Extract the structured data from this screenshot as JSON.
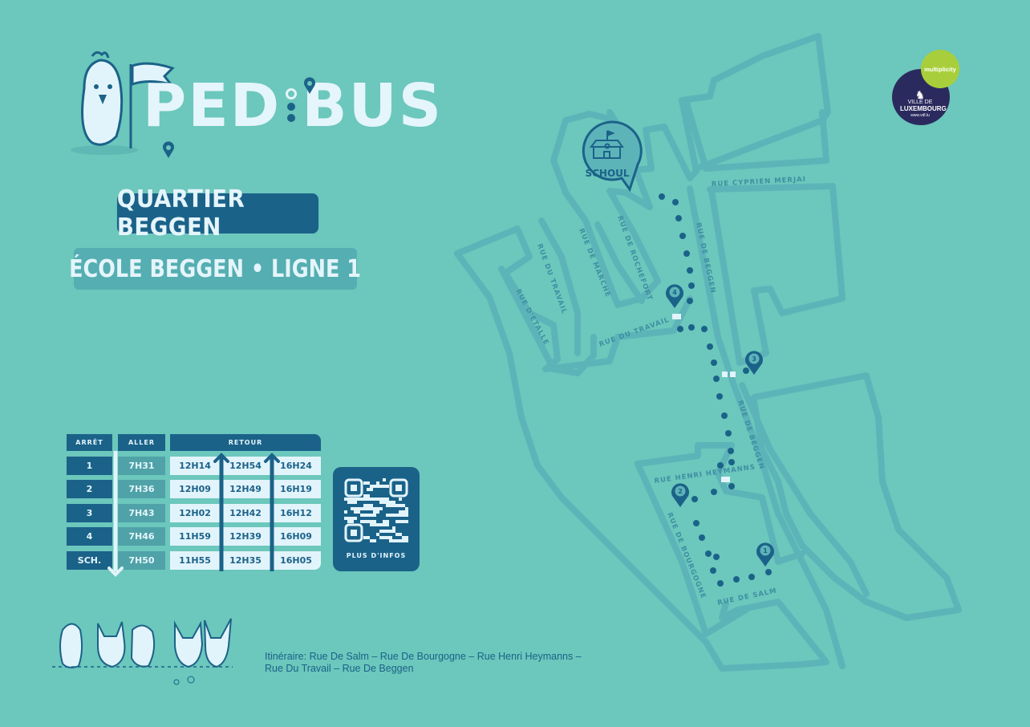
{
  "logo": {
    "text_left": "PED",
    "text_right": "BUS"
  },
  "title": "QUARTIER BEGGEN",
  "subtitle": "ÉCOLE BEGGEN • LIGNE 1",
  "timetable": {
    "headers": {
      "stop": "ARRÊT",
      "aller": "ALLER",
      "retour": "RETOUR"
    },
    "rows": [
      {
        "stop": "1",
        "aller": "7H31",
        "retour": [
          "12H14",
          "12H54",
          "16H24"
        ]
      },
      {
        "stop": "2",
        "aller": "7H36",
        "retour": [
          "12H09",
          "12H49",
          "16H19"
        ]
      },
      {
        "stop": "3",
        "aller": "7H43",
        "retour": [
          "12H02",
          "12H42",
          "16H12"
        ]
      },
      {
        "stop": "4",
        "aller": "7H46",
        "retour": [
          "11H59",
          "12H39",
          "16H09"
        ]
      },
      {
        "stop": "SCH.",
        "aller": "7H50",
        "retour": [
          "11H55",
          "12H35",
          "16H05"
        ]
      }
    ]
  },
  "qr": {
    "label": "PLUS D'INFOS"
  },
  "itinerary": {
    "line1": "Itinéraire: Rue De Salm – Rue De Bourgogne –  Rue Henri Heymanns –",
    "line2": "Rue Du Travail – Rue De Beggen"
  },
  "partners": {
    "multiplicity": "multiplicity",
    "vdl_line1": "VILLE DE",
    "vdl_line2": "LUXEMBOURG",
    "vdl_url": "www.vdl.lu"
  },
  "map": {
    "school_label": "SCHOUL",
    "stops": [
      "1",
      "2",
      "3",
      "4"
    ],
    "streets": {
      "cyprien": "RUE CYPRIEN MERJAI",
      "beggen_n": "RUE DE BEGGEN",
      "beggen_s": "RUE DE BEGGEN",
      "rochefort": "RUE DE ROCHEFORT",
      "marche": "RUE DE MARCHE",
      "travail_v": "RUE DU TRAVAIL",
      "etalle": "RUE D'ETALLE",
      "travail_h": "RUE  DU TRAVAIL",
      "heymanns": "RUE HENRI HEYMANNS",
      "bourgogne": "RUE DE BOURGOGNE",
      "salm": "RUE DE SALM"
    }
  },
  "colors": {
    "background": "#6cc7bc",
    "primary": "#1b6289",
    "road": "#5db4b8",
    "light": "#e2f4fb",
    "multiplicity": "#a8cf3b",
    "vdl": "#2b2a5e"
  }
}
